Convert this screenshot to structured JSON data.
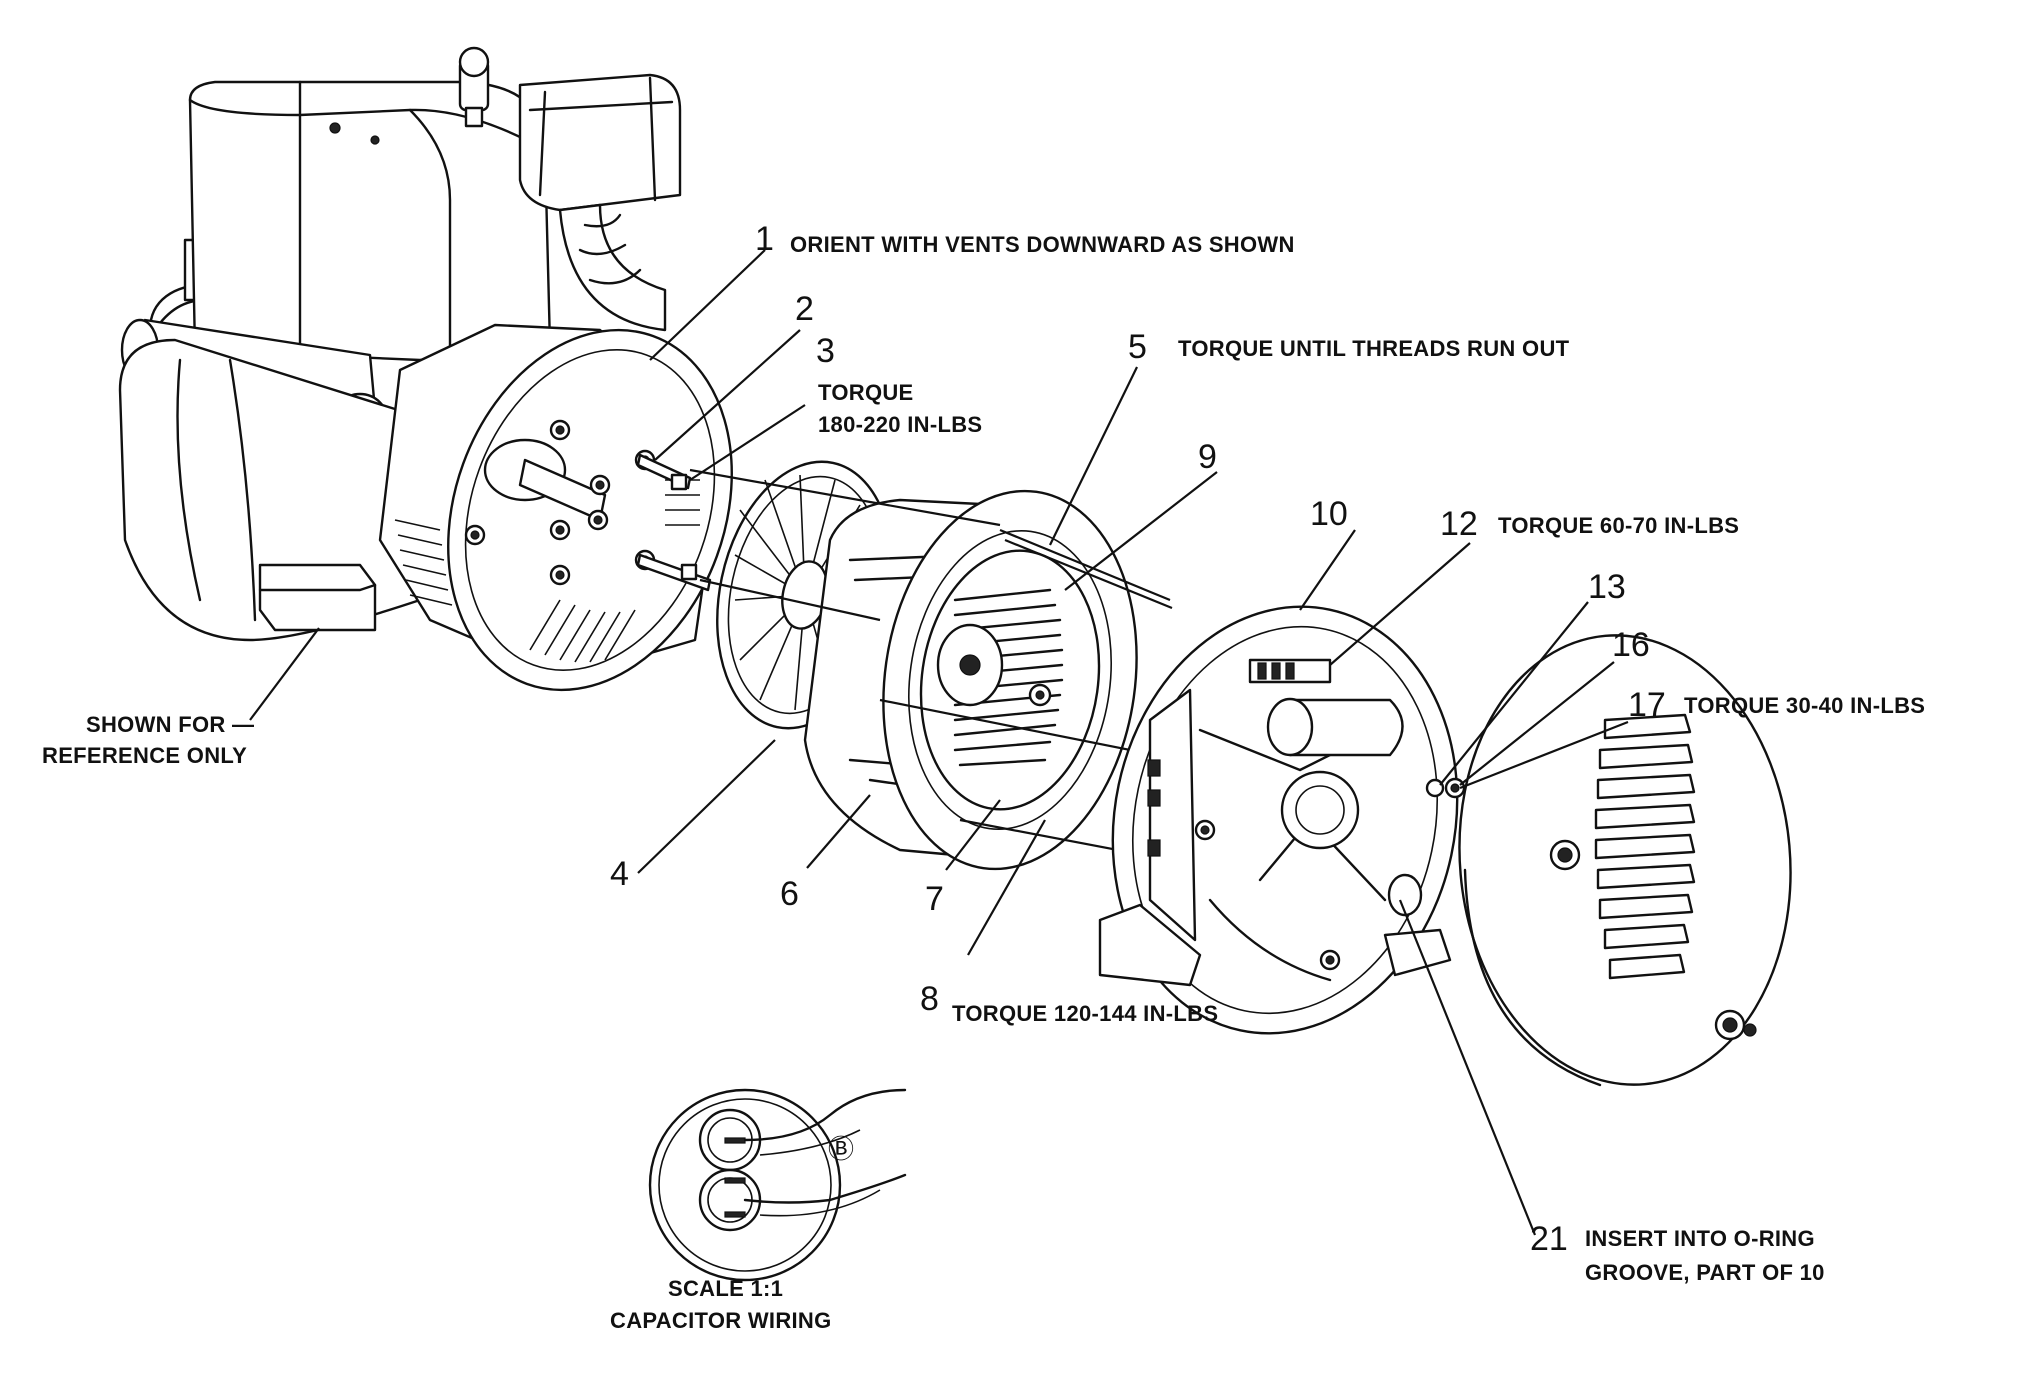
{
  "callouts": {
    "c1": {
      "num": "1",
      "note": "ORIENT WITH VENTS DOWNWARD AS SHOWN"
    },
    "c2": {
      "num": "2"
    },
    "c3": {
      "num": "3",
      "note_l1": "TORQUE",
      "note_l2": "180-220 IN-LBS"
    },
    "c4": {
      "num": "4"
    },
    "c5": {
      "num": "5",
      "note": "TORQUE UNTIL THREADS RUN OUT"
    },
    "c6": {
      "num": "6"
    },
    "c7": {
      "num": "7"
    },
    "c8": {
      "num": "8",
      "note": "TORQUE 120-144 IN-LBS"
    },
    "c9": {
      "num": "9"
    },
    "c10": {
      "num": "10"
    },
    "c12": {
      "num": "12",
      "note": "TORQUE 60-70 IN-LBS"
    },
    "c13": {
      "num": "13"
    },
    "c16": {
      "num": "16"
    },
    "c17": {
      "num": "17",
      "note": "TORQUE 30-40 IN-LBS"
    },
    "c21": {
      "num": "21",
      "note_l1": "INSERT INTO O-RING",
      "note_l2": "GROOVE, PART OF 10"
    }
  },
  "reference_note": {
    "line1": "SHOWN FOR —",
    "line2": "REFERENCE ONLY"
  },
  "inset": {
    "line1": "SCALE 1:1",
    "line2": "CAPACITOR WIRING",
    "mark": "Ⓑ"
  }
}
